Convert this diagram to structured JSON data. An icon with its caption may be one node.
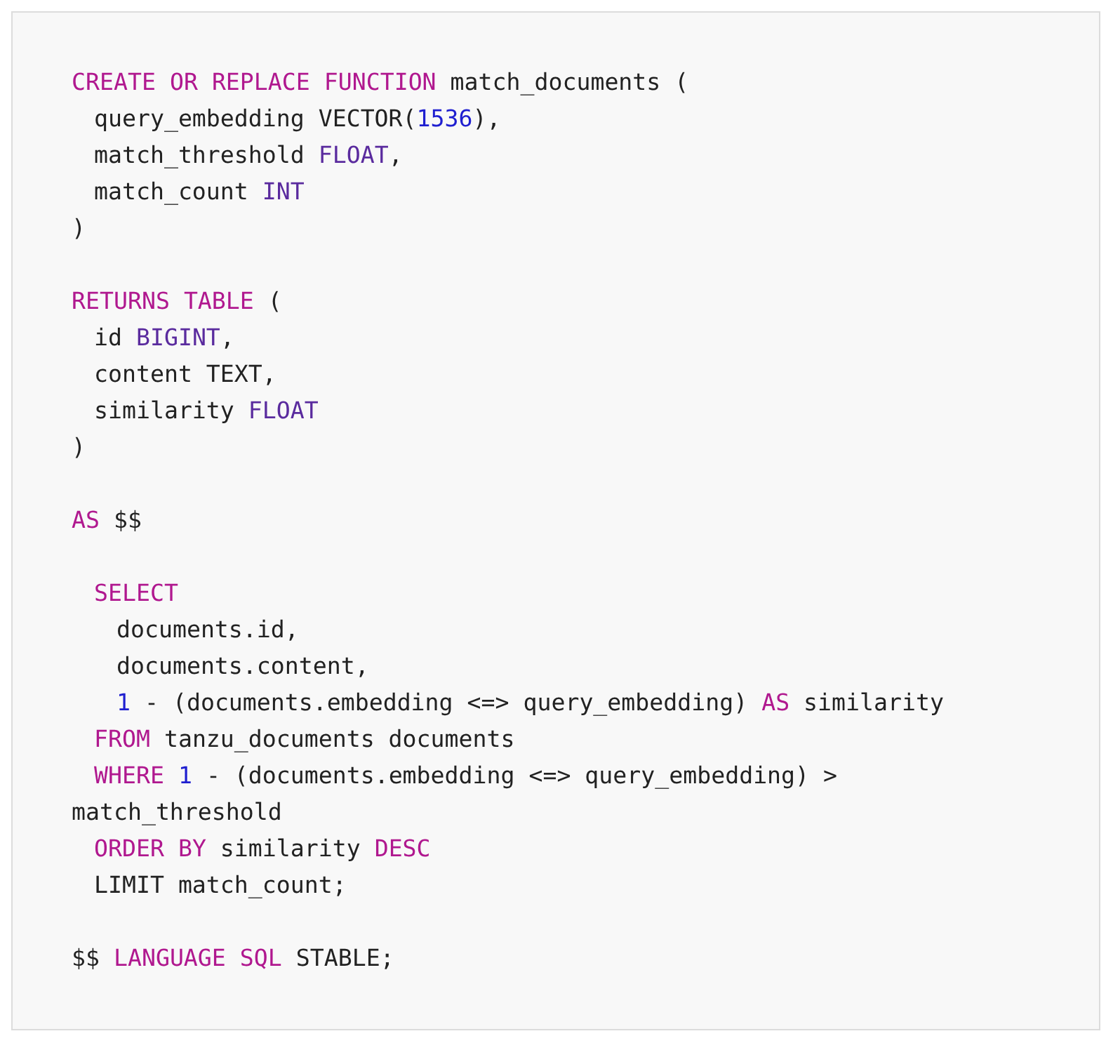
{
  "diagram": {
    "labels": [
      "CREATE OR REPLACE FUNCTION match_documents (",
      "query_embedding VECTOR(1536),",
      "match_threshold FLOAT,",
      "match_count INT",
      ")",
      "RETURNS TABLE (",
      "id BIGINT,",
      "content TEXT,",
      "similarity FLOAT",
      ")",
      "AS $$",
      "SELECT",
      "documents.id,",
      "documents.content,",
      "1 - (documents.embedding <=> query_embedding) AS similarity",
      "FROM tanzu_documents documents",
      "WHERE 1 - (documents.embedding <=> query_embedding) >",
      "match_threshold",
      "ORDER BY similarity DESC",
      "LIMIT match_count;",
      "$$ LANGUAGE SQL STABLE;"
    ]
  }
}
